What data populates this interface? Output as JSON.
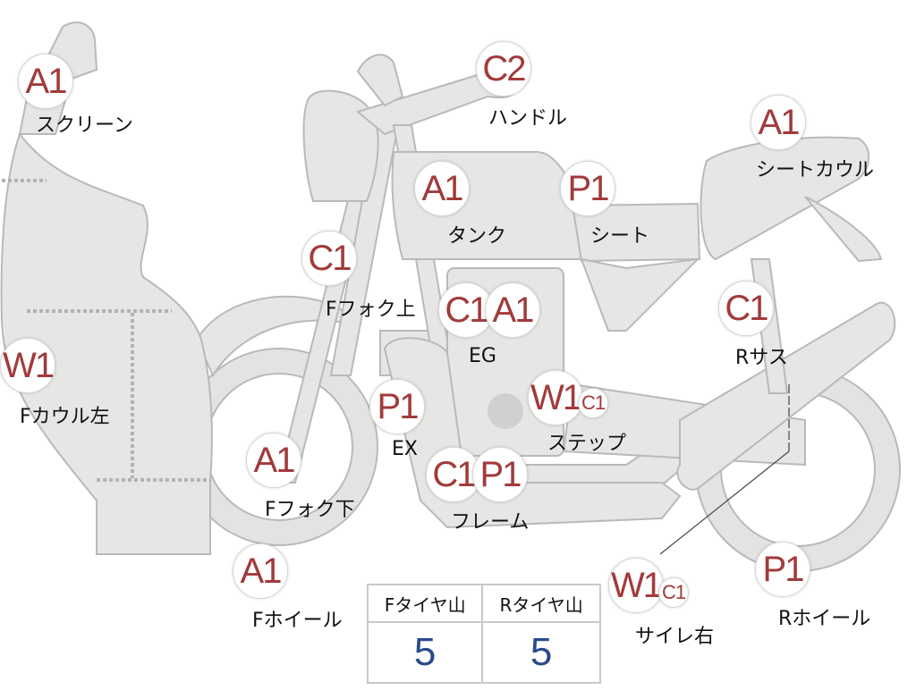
{
  "parts": [
    {
      "id": "screen",
      "label": "スクリーン",
      "grade": "A1"
    },
    {
      "id": "handle",
      "label": "ハンドル",
      "grade": "C2"
    },
    {
      "id": "seat-cowl",
      "label": "シートカウル",
      "grade": "A1"
    },
    {
      "id": "tank",
      "label": "タンク",
      "grade": "A1"
    },
    {
      "id": "seat",
      "label": "シート",
      "grade": "P1"
    },
    {
      "id": "ffork-upper",
      "label": "Fフォク上",
      "grade": "C1"
    },
    {
      "id": "eg",
      "label": "EG",
      "grade": "C1",
      "grade2": "A1"
    },
    {
      "id": "rsus",
      "label": "Rサス",
      "grade": "C1"
    },
    {
      "id": "fcowl-left",
      "label": "Fカウル左",
      "grade": "W1"
    },
    {
      "id": "ex",
      "label": "EX",
      "grade": "P1"
    },
    {
      "id": "step",
      "label": "ステップ",
      "grade": "W1",
      "grade_small": "C1"
    },
    {
      "id": "ffork-lower",
      "label": "Fフォク下",
      "grade": "A1"
    },
    {
      "id": "frame",
      "label": "フレーム",
      "grade": "C1",
      "grade2": "P1"
    },
    {
      "id": "fwheel",
      "label": "Fホイール",
      "grade": "A1"
    },
    {
      "id": "silencer-right",
      "label": "サイレ右",
      "grade": "W1",
      "grade_small": "C1"
    },
    {
      "id": "rwheel",
      "label": "Rホイール",
      "grade": "P1"
    }
  ],
  "tire_table": {
    "headers": [
      "Fタイヤ山",
      "Rタイヤ山"
    ],
    "values": [
      "5",
      "5"
    ]
  },
  "colors": {
    "part_fill": "#e6e6e4",
    "part_stroke": "#b9b9b9",
    "grade_text": "#a23a3a",
    "value_text": "#2a4a8c"
  }
}
